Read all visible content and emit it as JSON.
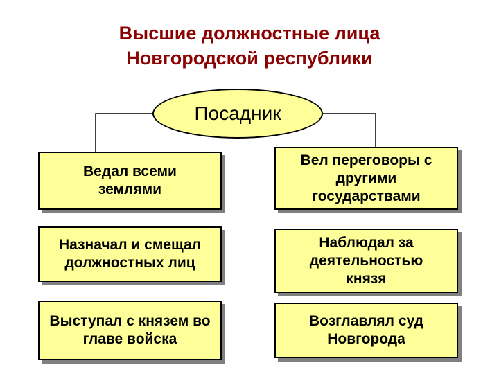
{
  "title": {
    "line1": "Высшие должностные лица",
    "line2": "Новгородской республики"
  },
  "root": {
    "label": "Посадник"
  },
  "left_boxes": [
    {
      "label": "Ведал всеми землями"
    },
    {
      "label": "Назначал и смещал должностных лиц"
    },
    {
      "label": "Выступал с князем во главе войска"
    }
  ],
  "right_boxes": [
    {
      "label": "Вел переговоры с другими государствами"
    },
    {
      "label": "Наблюдал за деятельностью князя"
    },
    {
      "label": "Возглавлял суд Новгорода"
    }
  ],
  "colors": {
    "title": "#8b0000",
    "box_fill": "#ffff99",
    "shadow": "#808080",
    "line": "#000000"
  }
}
